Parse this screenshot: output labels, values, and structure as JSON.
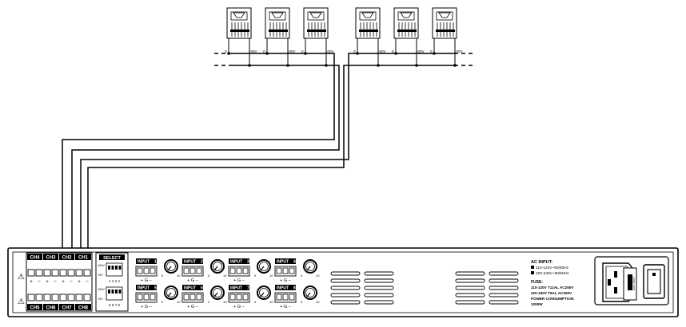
{
  "speakers": [
    {
      "low_tap": "0",
      "high_tap": "100V"
    },
    {
      "low_tap": "0",
      "high_tap": "100V"
    },
    {
      "low_tap": "0",
      "high_tap": "100V"
    },
    {
      "low_tap": "0",
      "high_tap": "100V"
    },
    {
      "low_tap": "0",
      "high_tap": "100V"
    },
    {
      "low_tap": "0",
      "high_tap": "100V"
    }
  ],
  "rear_panel": {
    "channels_top": [
      "CH4",
      "CH3",
      "CH2",
      "CH1"
    ],
    "channels_bottom": [
      "CH5",
      "CH6",
      "CH7",
      "CH8"
    ],
    "terminal_signs": [
      "+",
      "−",
      "+",
      "−",
      "+",
      "−",
      "+",
      "−"
    ],
    "warning_symbol": "⚠",
    "dip_switch": {
      "title": "SELECT",
      "row1_left": "100V",
      "row1_mid": "70V",
      "row1_numbers": "1 2 3 4",
      "row2_left": "100V",
      "row2_mid": "70V",
      "row2_numbers": "5 6 7 8"
    },
    "input_label": "INPUT",
    "input_top_numbers": [
      "1",
      "2",
      "3",
      "4"
    ],
    "input_bottom_numbers": [
      "5",
      "6",
      "7",
      "8"
    ],
    "input_pins": "+ G −",
    "knob_min": "0",
    "knob_max": "10",
    "ac_input": {
      "title": "AC INPUT:",
      "line1": "110-120V~50/60Hz",
      "line2": "220-240V~50/60Hz"
    },
    "fuse": {
      "title": "FUSE:",
      "line1": "110-120V T12AL AC250V",
      "line2": "220-240V T6AL AC250V",
      "line3": "POWER CONSUMPTION:",
      "line4": "1200W"
    },
    "switch_label": "110V 230V"
  }
}
